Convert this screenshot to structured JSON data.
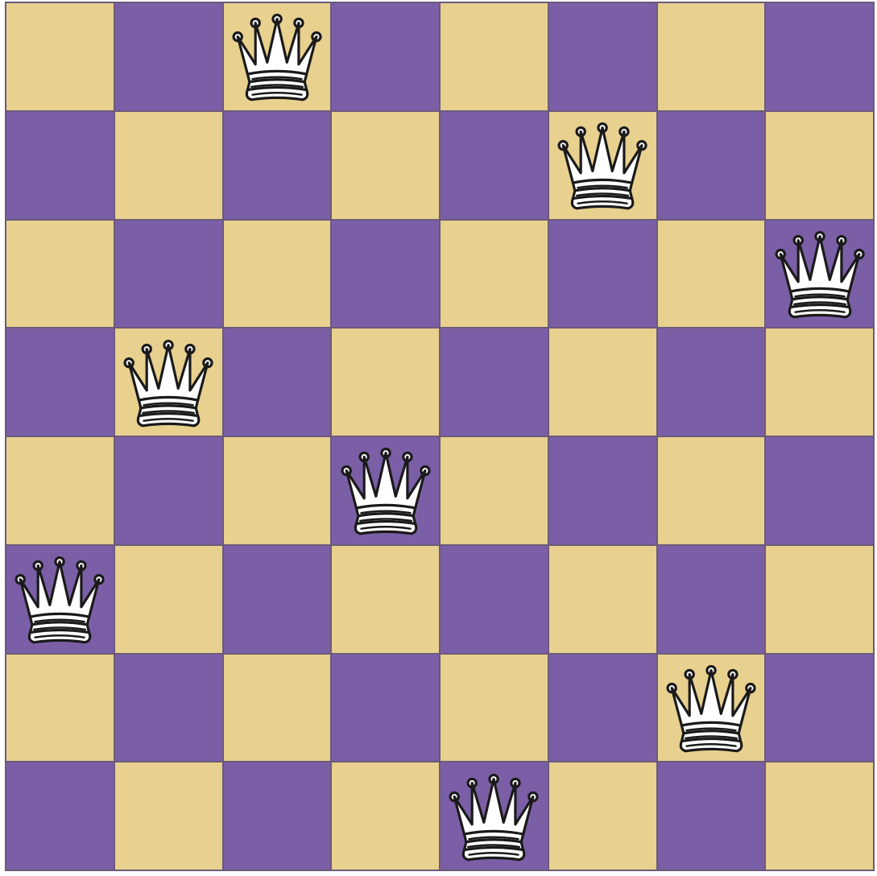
{
  "board": {
    "files": 8,
    "ranks": 8,
    "colors": {
      "light": "#e8d08f",
      "dark": "#7b5fa6",
      "grid": "#6b5a7a",
      "piece_fill": "#ffffff",
      "piece_stroke": "#1a1a1a"
    },
    "top_left_square_color": "light"
  },
  "pieces": [
    {
      "type": "queen",
      "color": "white",
      "icon": "queen-icon",
      "row": 0,
      "col": 2
    },
    {
      "type": "queen",
      "color": "white",
      "icon": "queen-icon",
      "row": 1,
      "col": 5
    },
    {
      "type": "queen",
      "color": "white",
      "icon": "queen-icon",
      "row": 2,
      "col": 7
    },
    {
      "type": "queen",
      "color": "white",
      "icon": "queen-icon",
      "row": 3,
      "col": 1
    },
    {
      "type": "queen",
      "color": "white",
      "icon": "queen-icon",
      "row": 4,
      "col": 3
    },
    {
      "type": "queen",
      "color": "white",
      "icon": "queen-icon",
      "row": 5,
      "col": 0
    },
    {
      "type": "queen",
      "color": "white",
      "icon": "queen-icon",
      "row": 6,
      "col": 6
    },
    {
      "type": "queen",
      "color": "white",
      "icon": "queen-icon",
      "row": 7,
      "col": 4
    }
  ]
}
